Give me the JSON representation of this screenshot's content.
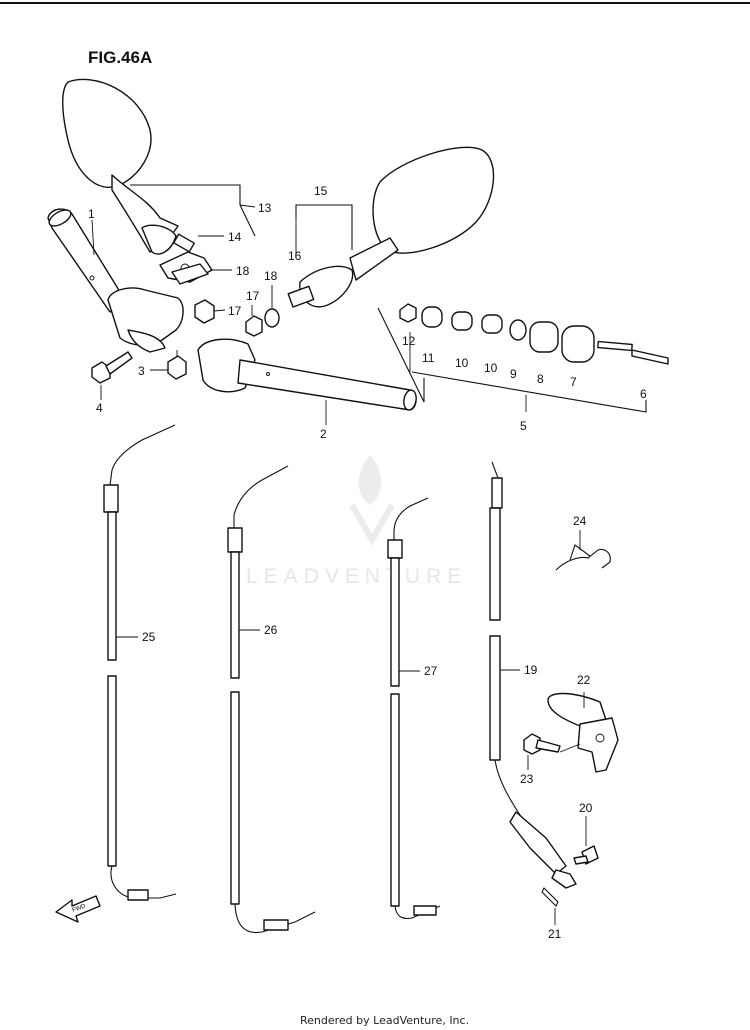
{
  "figure": {
    "title": "FIG.46A",
    "footer": "Rendered by LeadVenture, Inc.",
    "watermark": "LEADVENTURE"
  },
  "callouts": {
    "p1": "1",
    "p2": "2",
    "p3": "3",
    "p4": "4",
    "p5": "5",
    "p6": "6",
    "p7": "7",
    "p8": "8",
    "p9": "9",
    "p10a": "10",
    "p10b": "10",
    "p11": "11",
    "p12": "12",
    "p13": "13",
    "p14": "14",
    "p15": "15",
    "p16": "16",
    "p17a": "17",
    "p17b": "17",
    "p18a": "18",
    "p18b": "18",
    "p19": "19",
    "p20": "20",
    "p21": "21",
    "p22": "22",
    "p23": "23",
    "p24": "24",
    "p25": "25",
    "p26": "26",
    "p27": "27"
  },
  "fwd_arrow": {
    "label": "FWD"
  }
}
